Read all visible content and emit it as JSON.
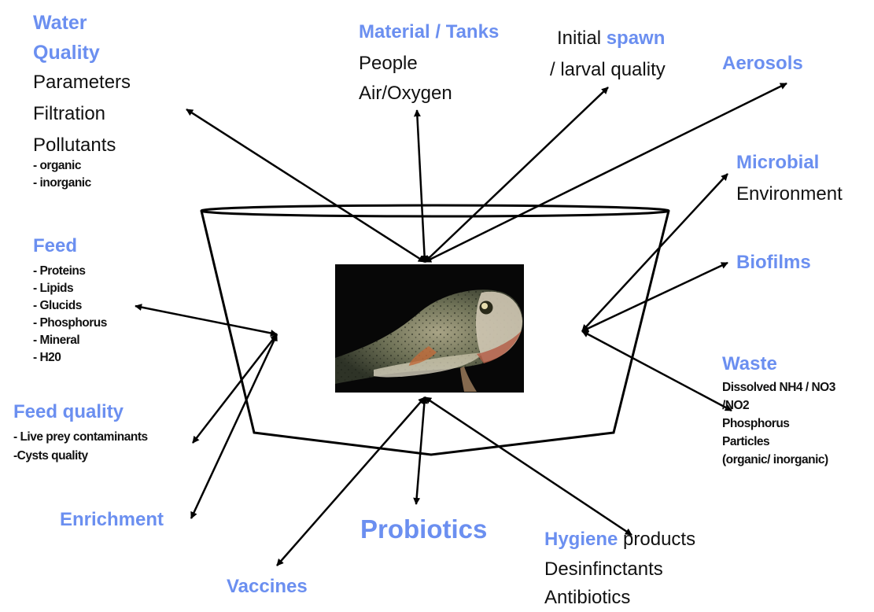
{
  "colors": {
    "heading": "#6b8ff0",
    "text": "#111111",
    "lines": "#000000"
  },
  "labels": {
    "water_quality": {
      "heading": [
        "Water",
        "Quality"
      ],
      "items": [
        "Parameters",
        "Filtration",
        "Pollutants"
      ],
      "sub_items": [
        "- organic",
        "- inorganic"
      ]
    },
    "material_tanks": {
      "heading": "Material / Tanks",
      "items": [
        "People",
        "Air/Oxygen"
      ]
    },
    "initial_spawn": {
      "prefix": "Initial ",
      "highlight": "spawn",
      "line2": "/ larval quality"
    },
    "aerosols": {
      "heading": "Aerosols"
    },
    "microbial": {
      "heading": "Microbial",
      "item": "Environment"
    },
    "biofilms": {
      "heading": "Biofilms"
    },
    "feed": {
      "heading": "Feed",
      "items": [
        "- Proteins",
        "- Lipids",
        "- Glucids",
        "- Phosphorus",
        "- Mineral",
        "- H20"
      ]
    },
    "feed_quality": {
      "heading": "Feed quality",
      "items": [
        "- Live prey contaminants",
        "-Cysts quality"
      ]
    },
    "waste": {
      "heading": "Waste",
      "items": [
        "Dissolved NH4 / NO3",
        "/NO2",
        "Phosphorus",
        "Particles",
        "(organic/ inorganic)"
      ]
    },
    "enrichment": {
      "heading": "Enrichment"
    },
    "probiotics": {
      "heading": "Probiotics"
    },
    "vaccines": {
      "heading": "Vaccines"
    },
    "hygiene": {
      "highlight": "Hygiene",
      "suffix": " products",
      "items": [
        "Desinfinctants",
        "Antibiotics"
      ]
    }
  },
  "photo": {
    "subject": "trout-fish"
  }
}
